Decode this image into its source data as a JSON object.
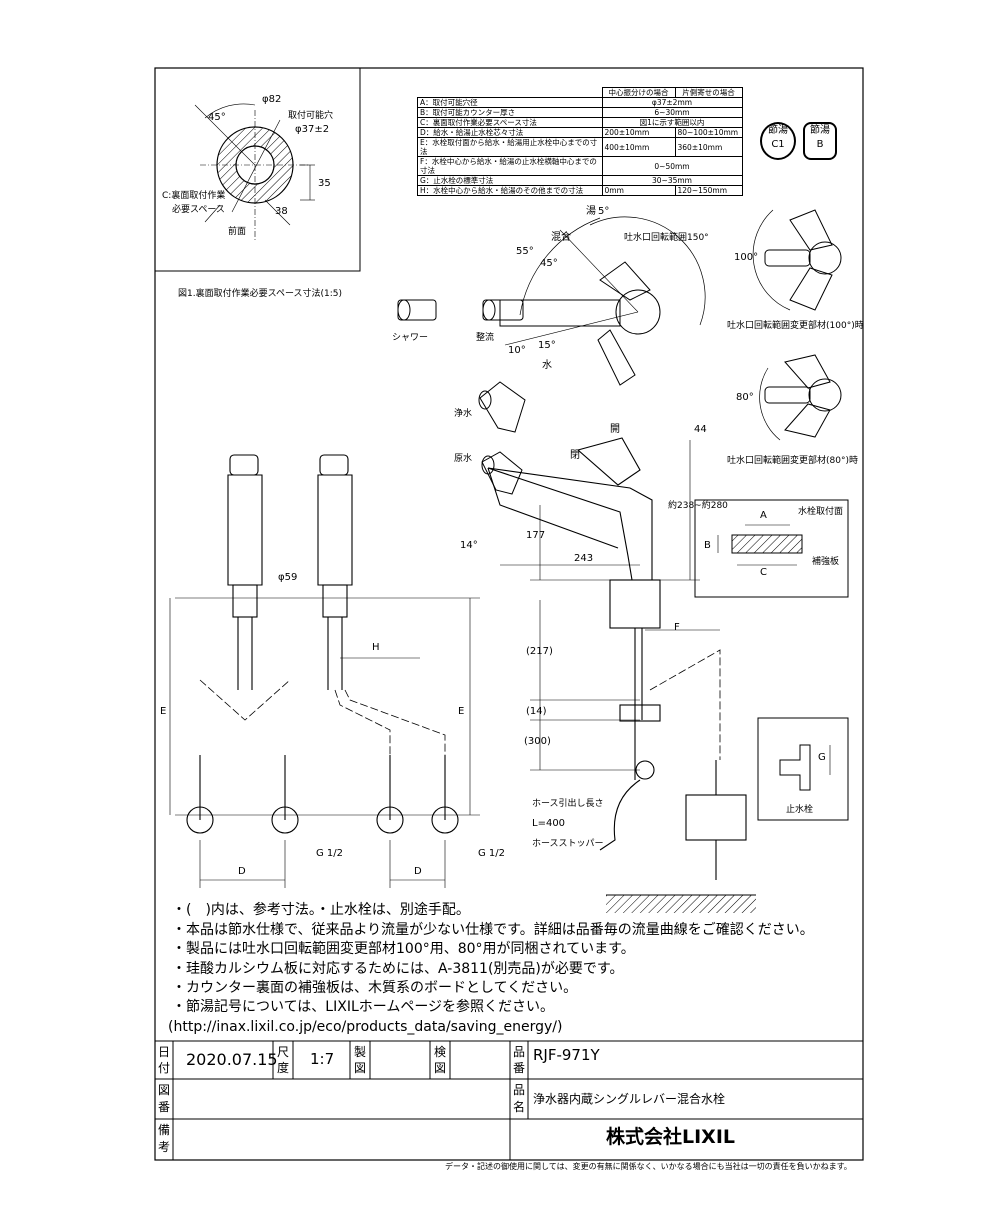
{
  "legend_table": {
    "headers": [
      "中心振分けの場合",
      "片側寄せの場合"
    ],
    "rows": [
      {
        "label": "A：取付可能穴径",
        "center": "φ37±2mm",
        "side": ""
      },
      {
        "label": "B：取付可能カウンター厚さ",
        "center": "6~30mm",
        "side": ""
      },
      {
        "label": "C：裏面取付作業必要スペース寸法",
        "center": "図1に示す範囲以内",
        "side": ""
      },
      {
        "label": "D：給水・給湯止水栓芯々寸法",
        "center": "200±10mm",
        "side": "80~100±10mm"
      },
      {
        "label": "E：水栓取付面から給水・給湯用止水栓中心までの寸法",
        "center": "400±10mm",
        "side": "360±10mm"
      },
      {
        "label": "F：水栓中心から給水・給湯の止水栓横軸中心までの寸法",
        "center": "0~50mm",
        "side": ""
      },
      {
        "label": "G：止水栓の標準寸法",
        "center": "30~35mm",
        "side": ""
      },
      {
        "label": "H：水栓中心から給水・給湯のその他までの寸法",
        "center": "0mm",
        "side": "120~150mm"
      }
    ]
  },
  "badges": [
    {
      "top": "節湯",
      "bottom": "C1"
    },
    {
      "top": "節湯",
      "bottom": "B"
    }
  ],
  "fig1": {
    "dia_outer": "φ82",
    "hole_label": "取付可能穴",
    "hole_dia": "φ37±2",
    "angle": "45°",
    "dim_35": "35",
    "dim_38": "38",
    "space_label_1": "C:裏面取付作業",
    "space_label_2": "必要スペース",
    "front": "前面",
    "caption": "図1.裏面取付作業必要スペース寸法(1:5)"
  },
  "spray": {
    "shower": "シャワー",
    "straight": "整流",
    "purified": "浄水",
    "raw": "原水"
  },
  "lever": {
    "hot": "湯",
    "mix": "混合",
    "cold": "水",
    "a5": "5°",
    "a55": "55°",
    "a45": "45°",
    "a10": "10°",
    "a15": "15°",
    "spout_range": "吐水口回転範囲150°"
  },
  "rotation": {
    "a100": "100°",
    "cap100": "吐水口回転範囲変更部材(100°)時",
    "a80": "80°",
    "cap80": "吐水口回転範囲変更部材(80°)時"
  },
  "side_view": {
    "open1": "開",
    "open2": "閉",
    "d44": "44",
    "d14": "14°",
    "d177": "177",
    "d243": "243",
    "d_range": "約238~約280",
    "d217": "(217)",
    "d14b": "(14)",
    "d300": "(300)",
    "F": "F",
    "hose1": "ホース引出し長さ",
    "hose2": "L=400",
    "stopper": "ホースストッパー"
  },
  "counter_detail": {
    "A": "A",
    "B": "B",
    "C": "C",
    "surface": "水栓取付面",
    "plate": "補強板"
  },
  "front_view": {
    "d59": "φ59",
    "E": "E",
    "H": "H",
    "D": "D",
    "G12": "G 1/2"
  },
  "valve_detail": {
    "G": "G",
    "name": "止水栓"
  },
  "notes": [
    "・(　)内は、参考寸法。・止水栓は、別途手配。",
    "・本品は節水仕様で、従来品より流量が少ない仕様です。詳細は品番毎の流量曲線をご確認ください。",
    "・製品には吐水口回転範囲変更部材100°用、80°用が同梱されています。",
    "・珪酸カルシウム板に対応するためには、A-3811(別売品)が必要です。",
    "・カウンター裏面の補強板は、木質系のボードとしてください。",
    "・節湯記号については、LIXILホームページを参照ください。",
    "(http://inax.lixil.co.jp/eco/products_data/saving_energy/)"
  ],
  "title_block": {
    "date_label_1": "日",
    "date_label_2": "付",
    "date": "2020.07.15",
    "scale_label_1": "尺",
    "scale_label_2": "度",
    "scale": "1:7",
    "drawn_label_1": "製",
    "drawn_label_2": "図",
    "check_label_1": "検",
    "check_label_2": "図",
    "part_label_1": "品",
    "part_label_2": "番",
    "part_no": "RJF-971Y",
    "fig_label_1": "図",
    "fig_label_2": "番",
    "name_label_1": "品",
    "name_label_2": "名",
    "product_name": "浄水器内蔵シングルレバー混合水栓",
    "remarks_label_1": "備",
    "remarks_label_2": "考",
    "company": "株式会社LIXIL"
  },
  "footer": "データ・記述の御使用に関しては、変更の有無に関係なく、いかなる場合にも当社は一切の責任を負いかねます。"
}
